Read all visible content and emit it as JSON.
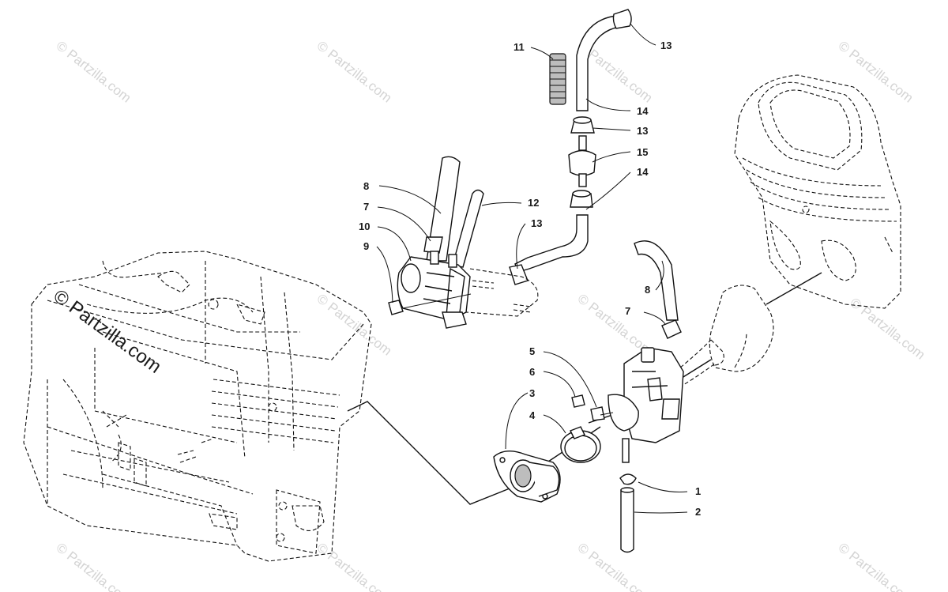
{
  "watermark": {
    "text": "© Partzilla.com",
    "featured_text": "© Partzilla.com"
  },
  "callouts": [
    {
      "id": "c11",
      "label": "11"
    },
    {
      "id": "c13a",
      "label": "13"
    },
    {
      "id": "c14a",
      "label": "14"
    },
    {
      "id": "c13b",
      "label": "13"
    },
    {
      "id": "c15",
      "label": "15"
    },
    {
      "id": "c14b",
      "label": "14"
    },
    {
      "id": "c8a",
      "label": "8"
    },
    {
      "id": "c12",
      "label": "12"
    },
    {
      "id": "c7a",
      "label": "7"
    },
    {
      "id": "c13c",
      "label": "13"
    },
    {
      "id": "c10",
      "label": "10"
    },
    {
      "id": "c9",
      "label": "9"
    },
    {
      "id": "c8b",
      "label": "8"
    },
    {
      "id": "c7b",
      "label": "7"
    },
    {
      "id": "c5",
      "label": "5"
    },
    {
      "id": "c6",
      "label": "6"
    },
    {
      "id": "c3",
      "label": "3"
    },
    {
      "id": "c4",
      "label": "4"
    },
    {
      "id": "c1",
      "label": "1"
    },
    {
      "id": "c2",
      "label": "2"
    }
  ]
}
